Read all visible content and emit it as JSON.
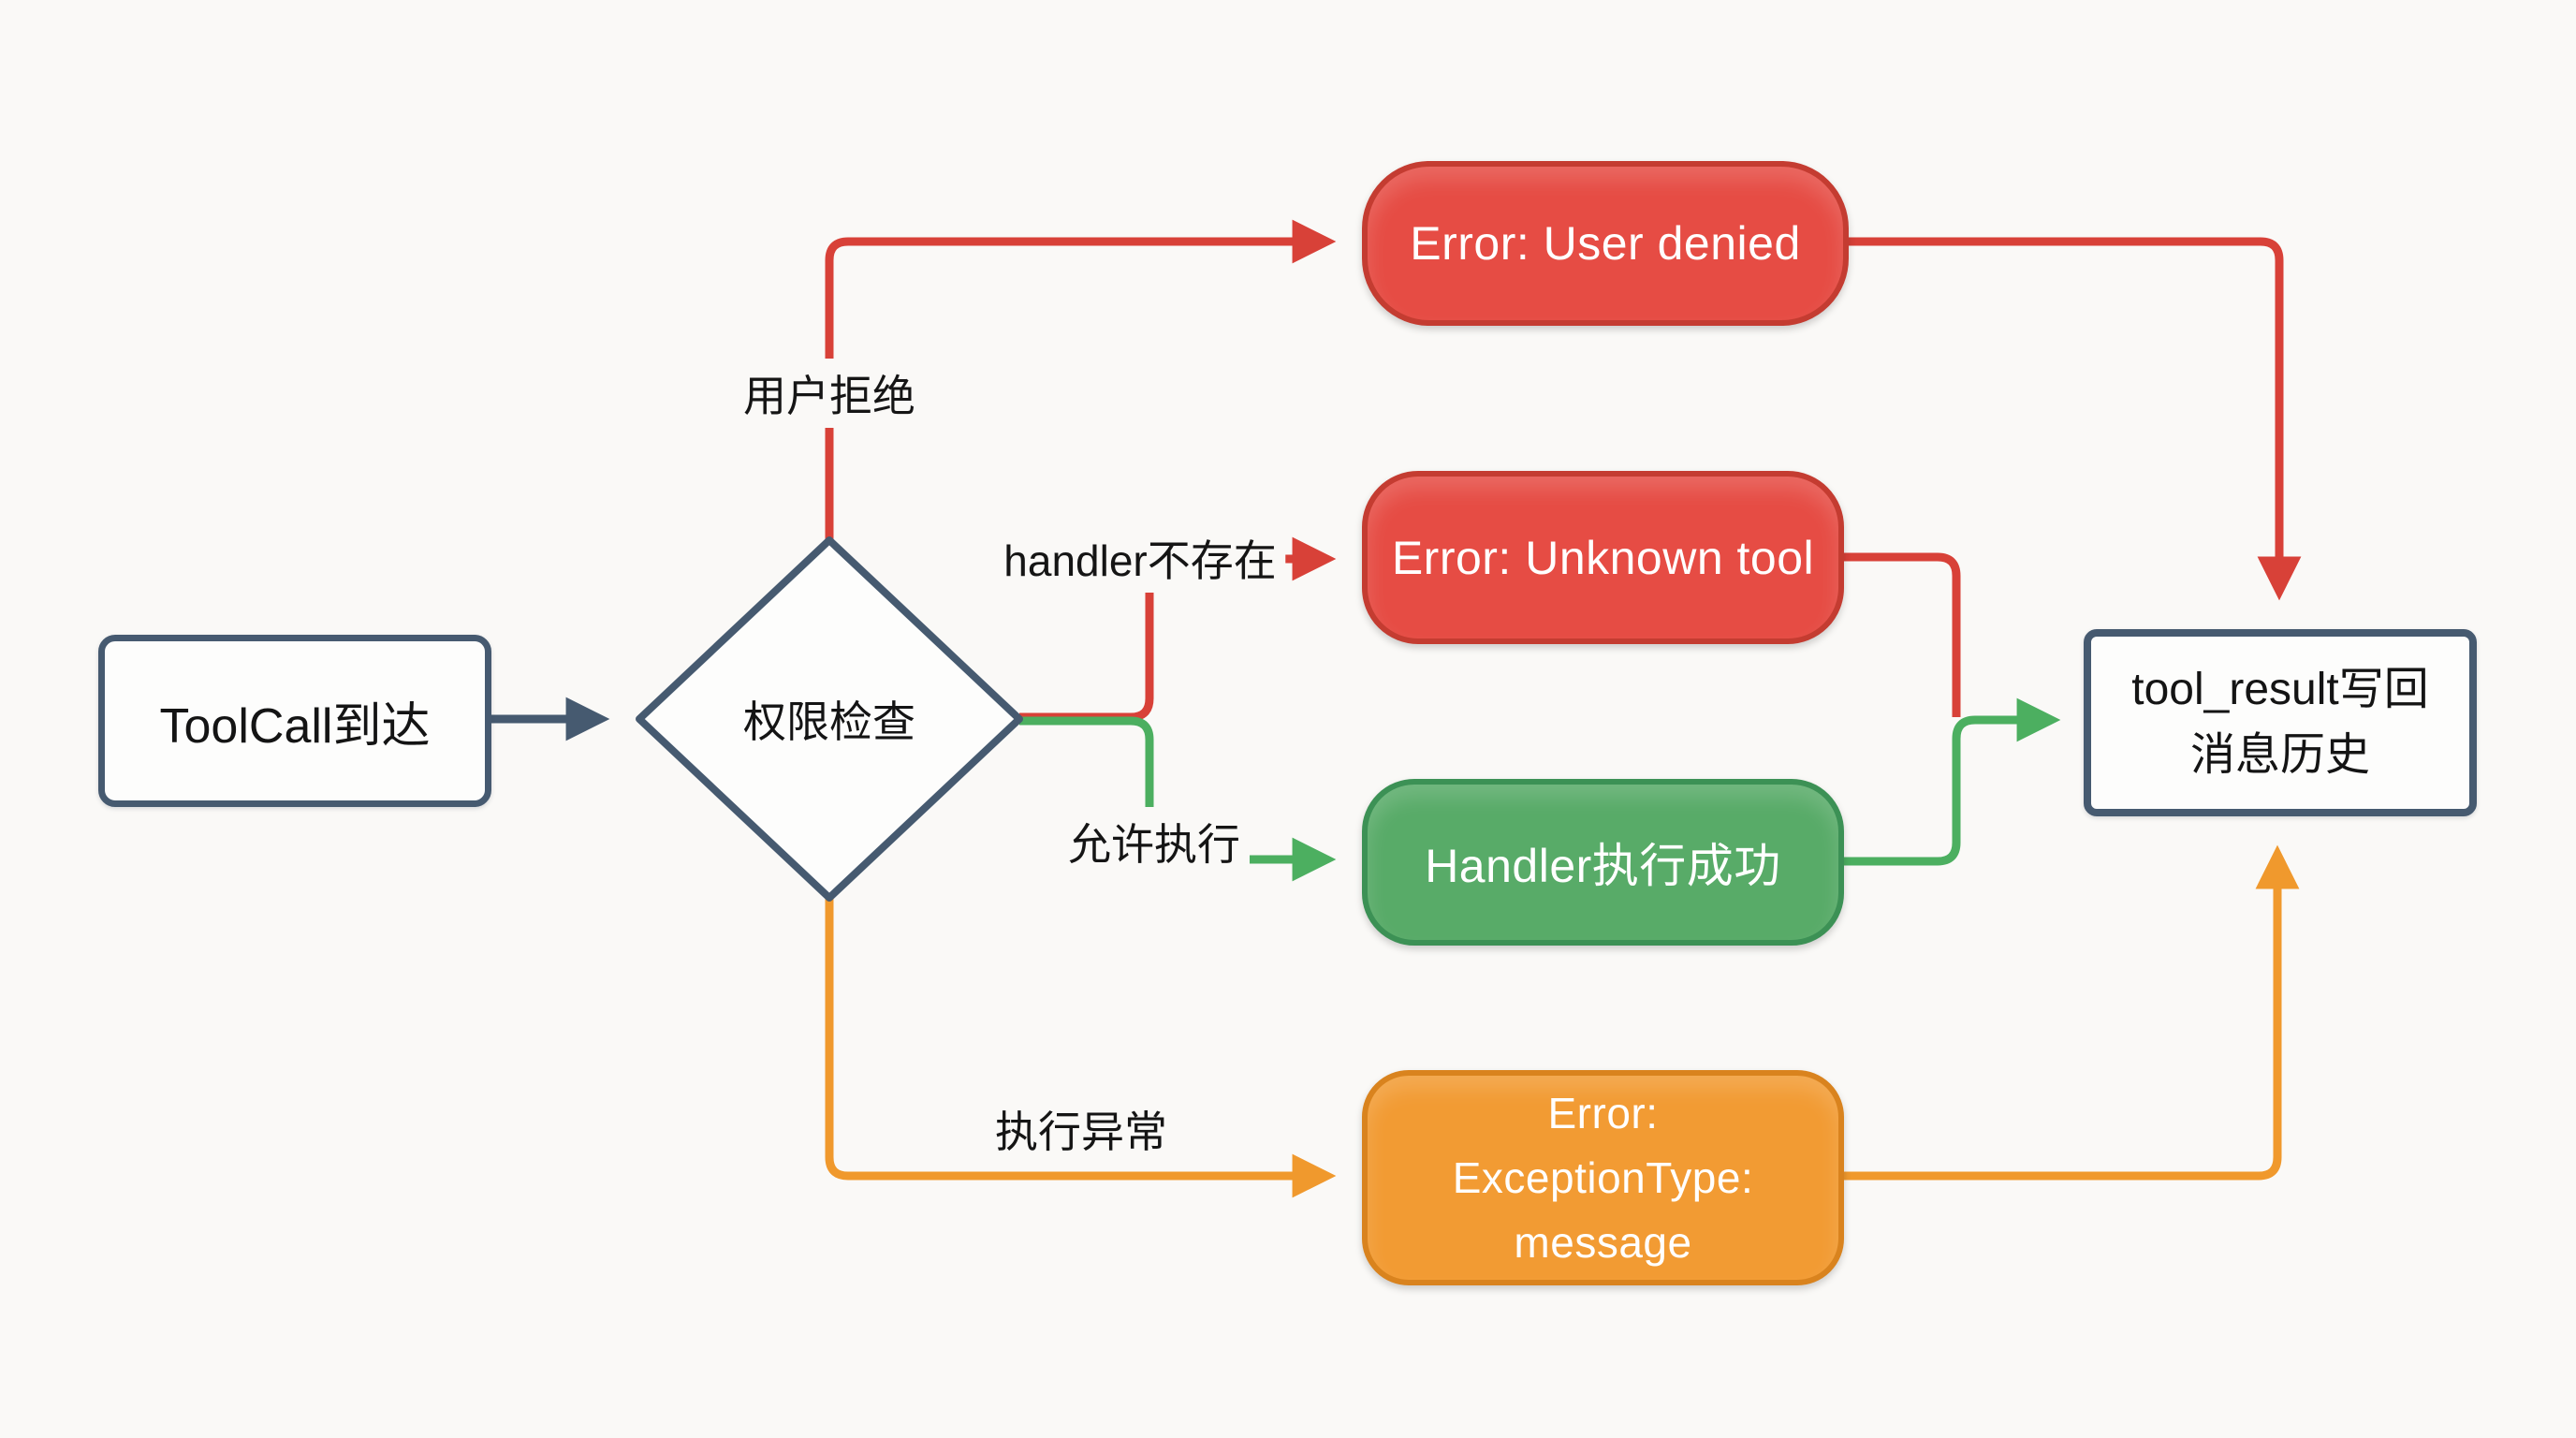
{
  "diagram": {
    "title": "ToolCall handling flowchart",
    "background_color": "#faf9f7",
    "nodes": {
      "start": {
        "label": "ToolCall到达",
        "shape": "rectangle",
        "border_color": "#465a70",
        "fill": "#fdfdfc",
        "text_color": "#141414"
      },
      "decision": {
        "label": "权限检查",
        "shape": "diamond",
        "border_color": "#465a70",
        "fill": "#fdfdfc",
        "text_color": "#141414"
      },
      "err_denied": {
        "label": "Error: User denied",
        "shape": "stadium",
        "border_color": "#c43c31",
        "fill": "#e64c44",
        "text_color": "#ffffff"
      },
      "err_unknown": {
        "label": "Error: Unknown tool",
        "shape": "stadium",
        "border_color": "#c43c31",
        "fill": "#e64c44",
        "text_color": "#ffffff"
      },
      "handler_ok": {
        "label": "Handler执行成功",
        "shape": "stadium",
        "border_color": "#3c9155",
        "fill": "#58ab68",
        "text_color": "#ffffff"
      },
      "err_exception": {
        "label": "Error:\nExceptionType:\nmessage",
        "shape": "stadium",
        "border_color": "#d9831e",
        "fill": "#f29b33",
        "text_color": "#ffffff"
      },
      "result": {
        "label": "tool_result写回\n消息历史",
        "shape": "rectangle",
        "border_color": "#465a70",
        "fill": "#fdfdfc",
        "text_color": "#141414"
      }
    },
    "edges": [
      {
        "from": "start",
        "to": "decision",
        "label": "",
        "color": "#465a70"
      },
      {
        "from": "decision",
        "to": "err_denied",
        "label": "用户拒绝",
        "color": "#d84138"
      },
      {
        "from": "decision",
        "to": "err_unknown",
        "label": "handler不存在",
        "color": "#d84138"
      },
      {
        "from": "decision",
        "to": "handler_ok",
        "label": "允许执行",
        "color": "#4caf60"
      },
      {
        "from": "decision",
        "to": "err_exception",
        "label": "执行异常",
        "color": "#f0992d"
      },
      {
        "from": "err_denied",
        "to": "result",
        "label": "",
        "color": "#d84138"
      },
      {
        "from": "err_unknown",
        "to": "result",
        "label": "",
        "color": "#d84138"
      },
      {
        "from": "handler_ok",
        "to": "result",
        "label": "",
        "color": "#4caf60"
      },
      {
        "from": "err_exception",
        "to": "result",
        "label": "",
        "color": "#f0992d"
      }
    ]
  }
}
